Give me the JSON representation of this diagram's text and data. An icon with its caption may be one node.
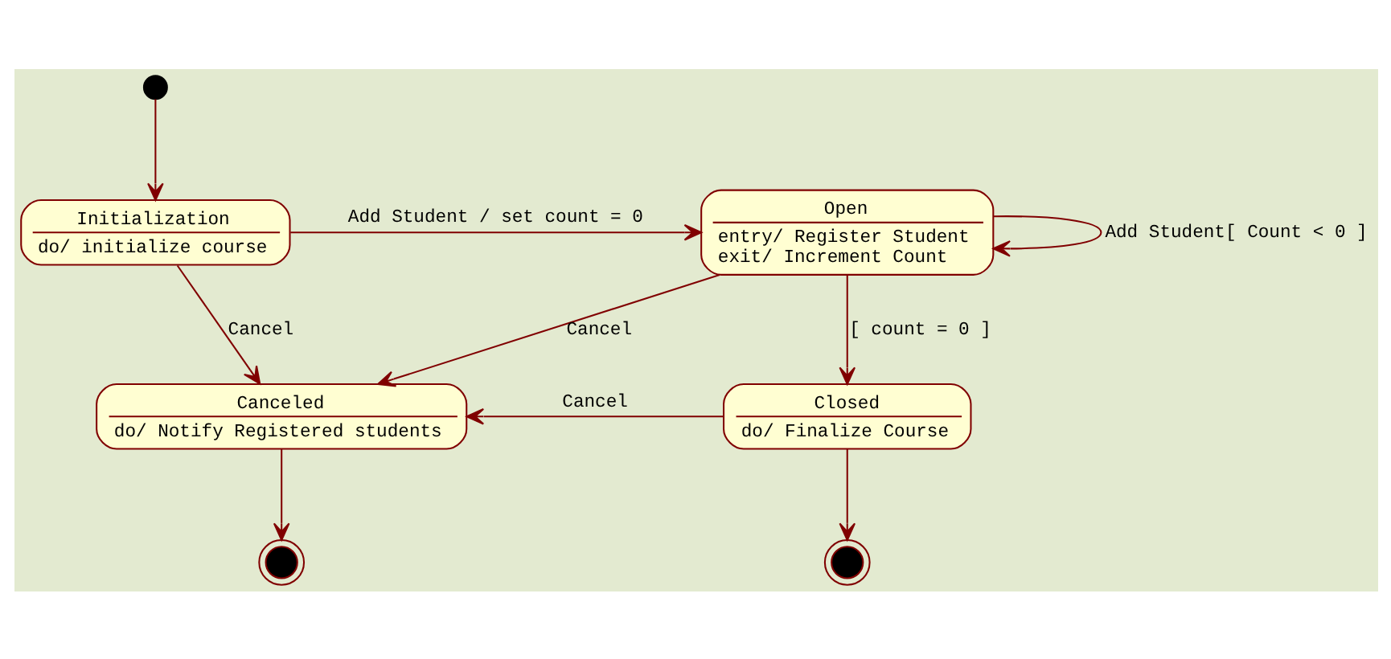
{
  "diagram": {
    "nodes": [
      {
        "text": [],
        "shape": "circle"
      },
      {
        "text": [
          "Initialization",
          "do/ initialize course"
        ]
      },
      {
        "text": [
          "Open",
          "entry/ Register Student",
          "exit/ Increment Count"
        ]
      },
      {
        "text": [
          "Canceled",
          "do/ Notify Registered students"
        ]
      },
      {
        "text": [
          "Closed",
          "do/ Finalize Course"
        ]
      },
      {
        "text": [],
        "shape": "circle"
      },
      {
        "text": [],
        "shape": "circle"
      }
    ],
    "edges": [
      {
        "from": 0,
        "to": 1,
        "arrow": "to"
      },
      {
        "from": 1,
        "to": 2,
        "arrow": "to",
        "label": "Add Student / set count = 0"
      },
      {
        "from": 2,
        "to": 2,
        "arrow": "to",
        "label": "Add Student[ Count < 0 ]"
      },
      {
        "from": 1,
        "to": 3,
        "arrow": "to",
        "label": "Cancel"
      },
      {
        "from": 2,
        "to": 3,
        "arrow": "to",
        "label": "Cancel"
      },
      {
        "from": 2,
        "to": 4,
        "arrow": "to",
        "label": "[ count = 0 ]"
      },
      {
        "from": 4,
        "to": 3,
        "arrow": "to",
        "label": "Cancel"
      },
      {
        "from": 3,
        "to": 5,
        "arrow": "to"
      },
      {
        "from": 4,
        "to": 6,
        "arrow": "to"
      }
    ]
  }
}
